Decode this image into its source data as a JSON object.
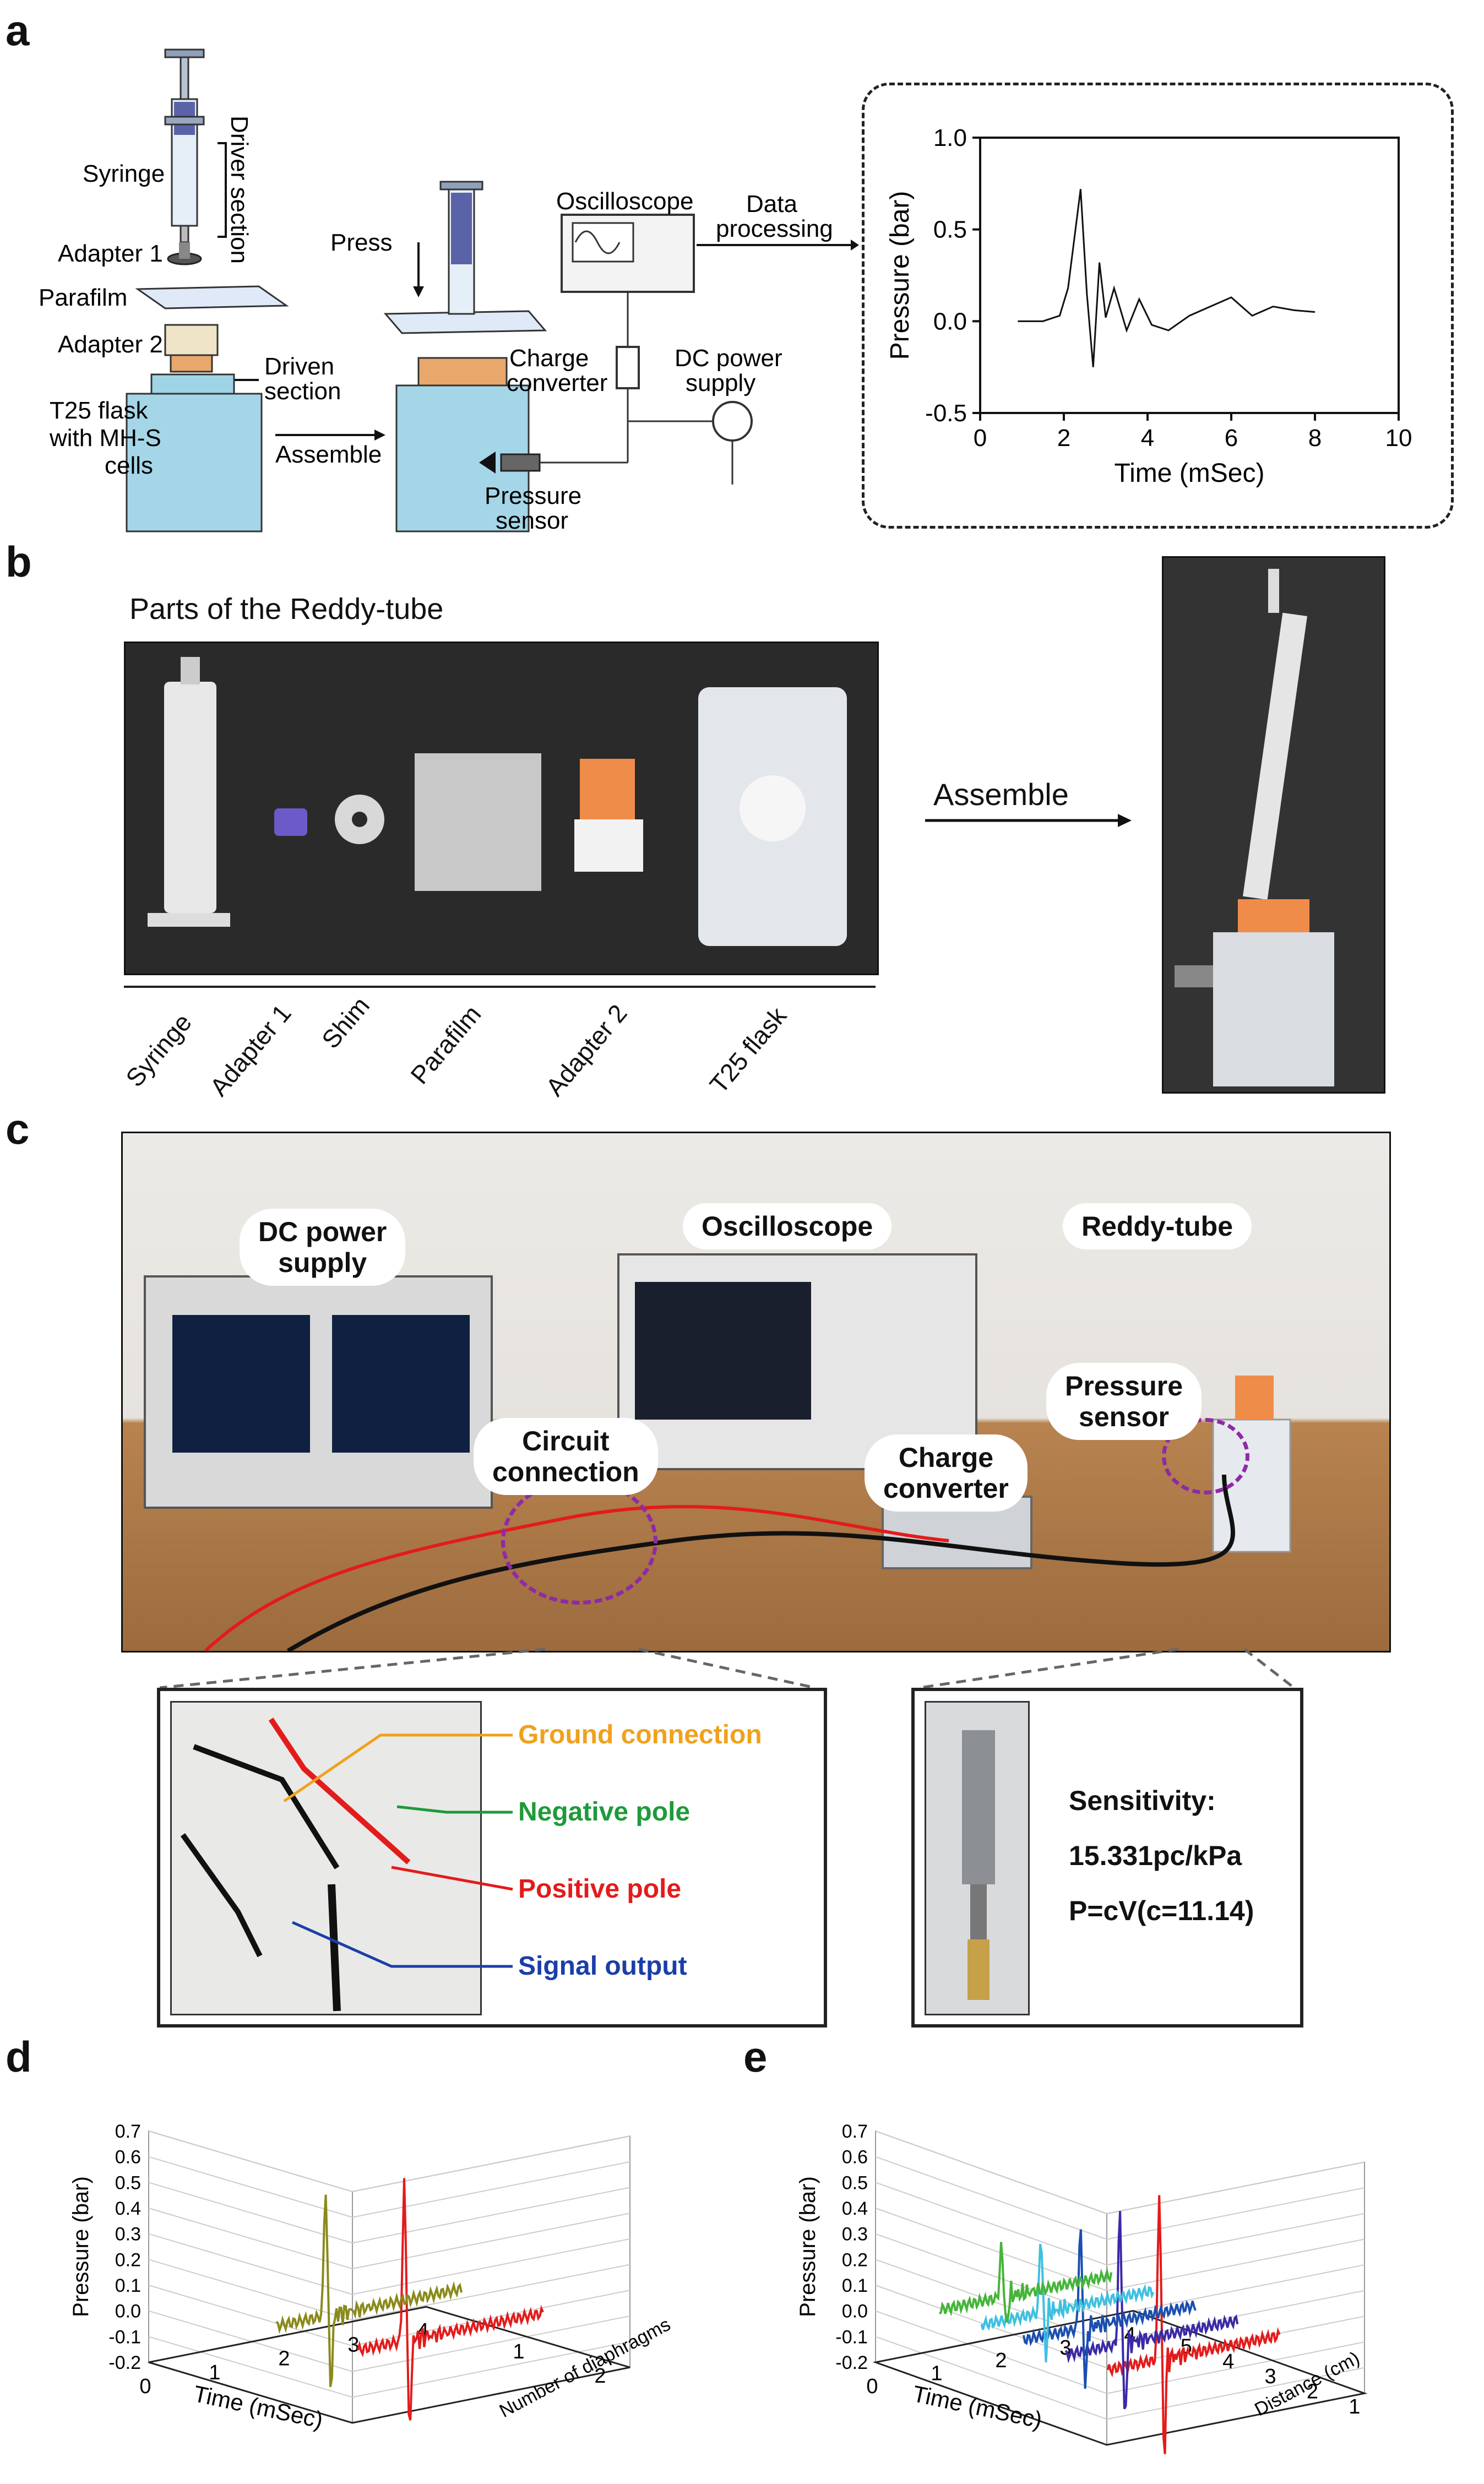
{
  "panel_a": {
    "label": "a",
    "syringe": "Syringe",
    "driver_section": "Driver section",
    "adapter1": "Adapter 1",
    "parafilm": "Parafilm",
    "adapter2": "Adapter 2",
    "driven_section_1": "Driven",
    "driven_section_2": "section",
    "flask_1": "T25 flask",
    "flask_2": "with MH-S",
    "flask_3": "cells",
    "assemble": "Assemble",
    "press": "Press",
    "oscilloscope": "Oscilloscope",
    "data_processing_1": "Data",
    "data_processing_2": "processing",
    "charge_converter_1": "Charge",
    "charge_converter_2": "converter",
    "dc_power_1": "DC power",
    "dc_power_2": "supply",
    "pressure_sensor_1": "Pressure",
    "pressure_sensor_2": "sensor"
  },
  "panel_b": {
    "label": "b",
    "title": "Parts of the Reddy-tube",
    "assemble": "Assemble",
    "parts": [
      "Syringe",
      "Adapter 1",
      "Shim",
      "Parafilm",
      "Adapter 2",
      "T25 flask"
    ]
  },
  "panel_c": {
    "label": "c",
    "dc_power_1": "DC power",
    "dc_power_2": "supply",
    "oscilloscope": "Oscilloscope",
    "reddy_tube": "Reddy-tube",
    "pressure_sensor_1": "Pressure",
    "pressure_sensor_2": "sensor",
    "circuit_1": "Circuit",
    "circuit_2": "connection",
    "charge_converter_1": "Charge",
    "charge_converter_2": "converter",
    "wires": [
      {
        "label": "Ground connection",
        "color": "#f0a11c"
      },
      {
        "label": "Negative pole",
        "color": "#1f9a3a"
      },
      {
        "label": "Positive pole",
        "color": "#e31b1b"
      },
      {
        "label": "Signal output",
        "color": "#1b3ea8"
      }
    ],
    "sensitivity_1": "Sensitivity:",
    "sensitivity_2": "15.331pc/kPa",
    "sensitivity_3": "P=cV(c=11.14)"
  },
  "panel_d": {
    "label": "d"
  },
  "panel_e": {
    "label": "e"
  },
  "chart_data": [
    {
      "type": "line",
      "panel": "a",
      "xlabel": "Time (mSec)",
      "ylabel": "Pressure (bar)",
      "xlim": [
        0,
        10
      ],
      "ylim": [
        -0.5,
        1.0
      ],
      "xticks": [
        "0",
        "2",
        "4",
        "6",
        "8",
        "10"
      ],
      "yticks": [
        "-0.5",
        "0.0",
        "0.5",
        "1.0"
      ],
      "series": [
        {
          "x": [
            0.9,
            1.5,
            1.9,
            2.1,
            2.25,
            2.4,
            2.55,
            2.7,
            2.85,
            3.0,
            3.2,
            3.5,
            3.8,
            4.1,
            4.5,
            5.0,
            5.5,
            6.0,
            6.5,
            7.0,
            7.5,
            8.0
          ],
          "y": [
            0.0,
            0.0,
            0.03,
            0.18,
            0.45,
            0.72,
            0.15,
            -0.25,
            0.32,
            0.02,
            0.18,
            -0.05,
            0.12,
            -0.02,
            -0.05,
            0.03,
            0.08,
            0.13,
            0.03,
            0.08,
            0.06,
            0.05
          ]
        }
      ]
    },
    {
      "type": "line",
      "panel": "d",
      "xlabel": "Time (mSec)",
      "ylabel": "Pressure (bar)",
      "zlabel": "Number of diaphragms",
      "xticks": [
        "0",
        "1",
        "2",
        "3",
        "4"
      ],
      "yticks": [
        "0.7",
        "0.6",
        "0.5",
        "0.4",
        "0.3",
        "0.2",
        "0.1",
        "0.0",
        "-0.1",
        "-0.2"
      ],
      "zticks": [
        "1",
        "2"
      ],
      "series": [
        {
          "color": "#e31b1b",
          "depth": 2,
          "peak": 0.62
        },
        {
          "color": "#8a8a1a",
          "depth": 1,
          "peak": 0.5
        }
      ]
    },
    {
      "type": "line",
      "panel": "e",
      "xlabel": "Time (mSec)",
      "ylabel": "Pressure (bar)",
      "zlabel": "Distance (cm)",
      "xticks": [
        "0",
        "1",
        "2",
        "3",
        "4"
      ],
      "yticks": [
        "0.7",
        "0.6",
        "0.5",
        "0.4",
        "0.3",
        "0.2",
        "0.1",
        "0.0",
        "-0.1",
        "-0.2"
      ],
      "zticks": [
        "1",
        "2",
        "3",
        "4",
        "5"
      ],
      "series": [
        {
          "color": "#e31b1b",
          "depth": 1,
          "peak": 0.66
        },
        {
          "color": "#3a2aa6",
          "depth": 2,
          "peak": 0.52
        },
        {
          "color": "#1b4fb0",
          "depth": 3,
          "peak": 0.4
        },
        {
          "color": "#3fc0e0",
          "depth": 4,
          "peak": 0.3
        },
        {
          "color": "#46b43a",
          "depth": 5,
          "peak": 0.2
        }
      ]
    }
  ]
}
